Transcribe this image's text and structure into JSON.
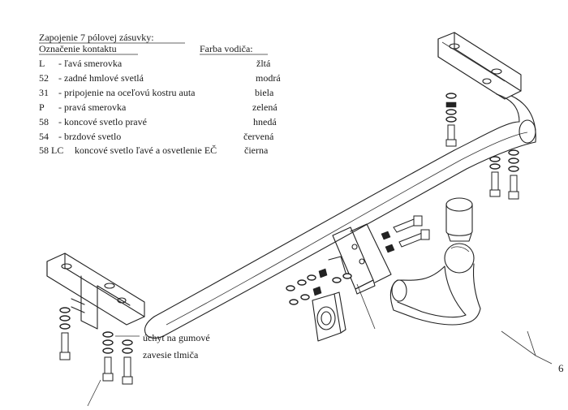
{
  "legend": {
    "title": "Zapojenie 7 pólovej zásuvky:",
    "col_contact": "Označenie kontaktu",
    "col_color": "Farba vodiča:",
    "rows": [
      {
        "code": "L",
        "desc": "- ľavá smerovka",
        "color": "žltá"
      },
      {
        "code": "52",
        "desc": "- zadné hmlové svetlá",
        "color": "modrá"
      },
      {
        "code": "31",
        "desc": "- pripojenie na oceľovú kostru auta",
        "color": "biela"
      },
      {
        "code": "P",
        "desc": "- pravá smerovka",
        "color": "zelená"
      },
      {
        "code": "58",
        "desc": "- koncové svetlo pravé",
        "color": "hnedá"
      },
      {
        "code": "54",
        "desc": "- brzdové svetlo",
        "color": "červená"
      },
      {
        "code": "58 LC",
        "desc": "koncové svetlo ľavé a osvetlenie EČ",
        "color": "čierna"
      }
    ]
  },
  "annotation": {
    "line1": "úchyt na gumové",
    "line2": "zavesie tlmiča"
  },
  "part_number": "6"
}
